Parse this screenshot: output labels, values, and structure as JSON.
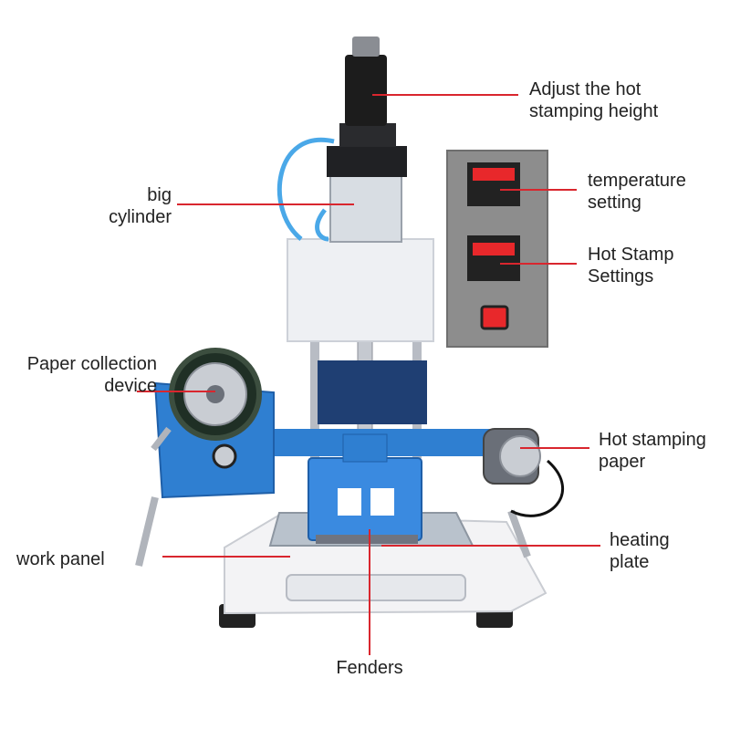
{
  "labels": {
    "adjust_height": [
      "Adjust the hot",
      "stamping height"
    ],
    "big_cylinder": [
      "big",
      "cylinder"
    ],
    "temperature_setting": [
      "temperature",
      "setting"
    ],
    "hot_stamp_settings": [
      "Hot Stamp",
      "Settings"
    ],
    "paper_collection": [
      "Paper collection",
      "device"
    ],
    "hot_stamping_paper": [
      "Hot stamping",
      "paper"
    ],
    "work_panel": [
      "work panel"
    ],
    "heating_plate": [
      "heating",
      "plate"
    ],
    "fenders": [
      "Fenders"
    ]
  },
  "colors": {
    "leader_line": "#d9262e",
    "frame_blue": "#2f7fd1",
    "body_white": "#eef0f3",
    "cylinder_dark": "#1c1c1c",
    "panel_gray": "#8d8d8d",
    "base_white": "#f3f3f5",
    "switch_red": "#e8282b"
  }
}
